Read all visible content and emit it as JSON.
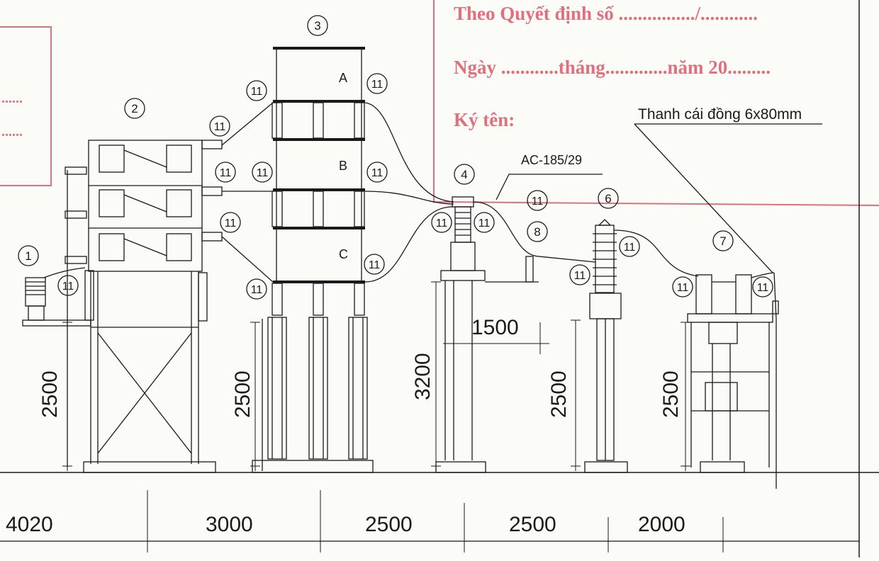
{
  "stamp": {
    "decision_line": "Theo Quyết định số ................/............",
    "date_line": "Ngày ............tháng.............năm 20.........",
    "signature_label": "Ký tên:",
    "left_dots_1": "......",
    "left_dots_2": "......"
  },
  "annotations": {
    "busbar": "Thanh cái đồng 6x80mm",
    "conductor": "AC-185/29"
  },
  "equipment_numbers": [
    "1",
    "2",
    "3",
    "4",
    "6",
    "7",
    "8"
  ],
  "connector_label": "11",
  "phase_labels": [
    "A",
    "B",
    "C"
  ],
  "heights": {
    "h1": "2500",
    "h2": "2500",
    "h3": "3200",
    "h4": "2500",
    "h5": "2500",
    "h_offset": "1500"
  },
  "spacings": [
    "4020",
    "3000",
    "2500",
    "2500",
    "2000"
  ],
  "colors": {
    "stamp_red": "#e0707d",
    "line": "#1a1a1a"
  }
}
